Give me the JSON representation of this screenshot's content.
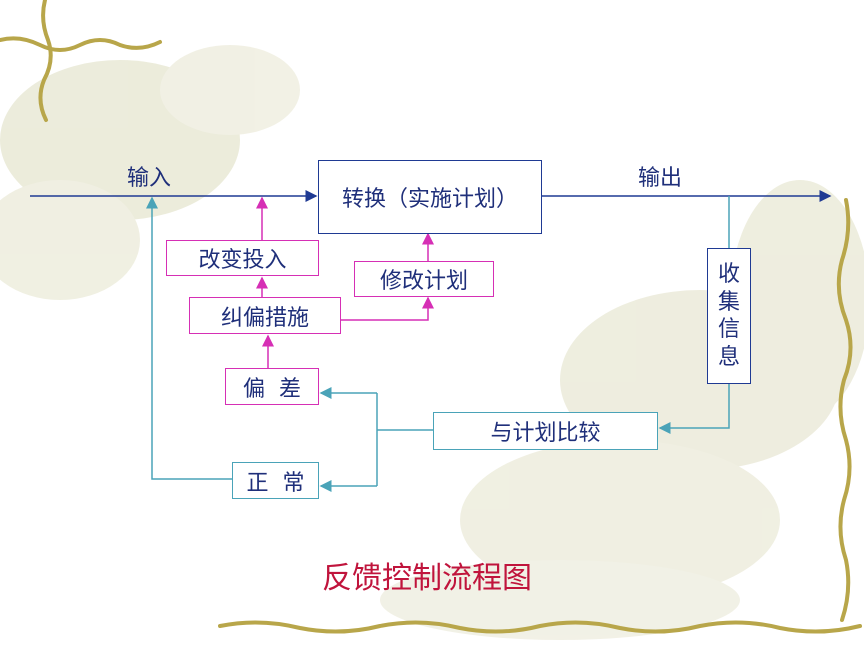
{
  "labels": {
    "input": "输入",
    "output": "输出"
  },
  "boxes": {
    "transform": "转换（实施计划）",
    "change_input": "改变投入",
    "revise_plan": "修改计划",
    "corrective": "纠偏措施",
    "deviation": "偏  差",
    "normal": "正  常",
    "compare": "与计划比较",
    "collect": [
      "收",
      "集",
      "信",
      "息"
    ]
  },
  "title": "反馈控制流程图",
  "colors": {
    "main_line": "#1f3a93",
    "feedback_line": "#4aa3b8",
    "corrective_line": "#d62fb5",
    "title": "#c0143c",
    "decor_vine": "#b8a64a"
  }
}
